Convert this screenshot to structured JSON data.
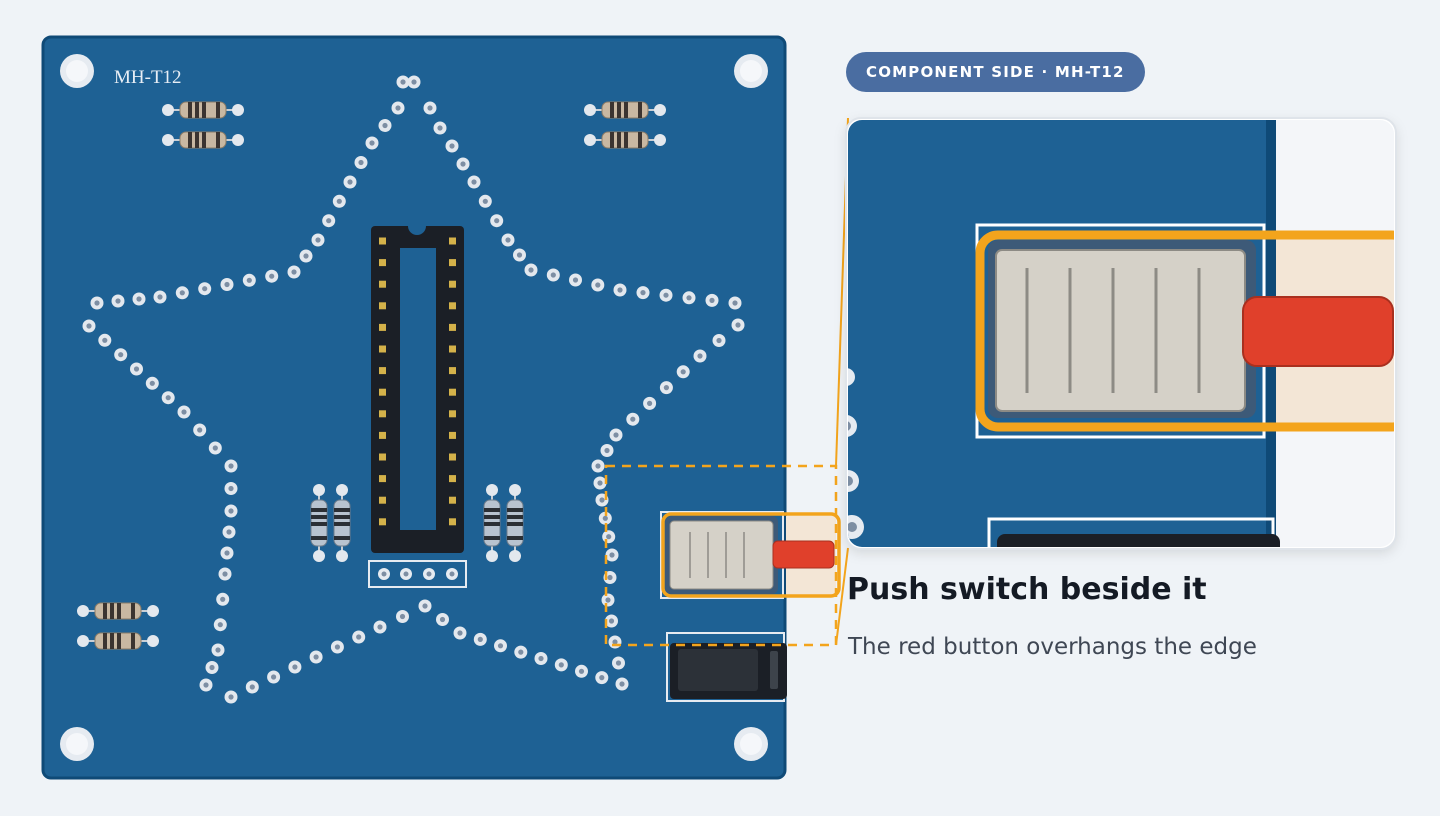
{
  "board": {
    "label": "MH-T12",
    "colors": {
      "pcb": "#1e6194",
      "pcb_edge": "#0f4a77",
      "pad": "#e3e8ee",
      "ic_body": "#1b1f26",
      "switch_button": "#e0402b",
      "highlight": "#f3a41c"
    }
  },
  "badge": {
    "label": "COMPONENT SIDE · MH-T12"
  },
  "caption": {
    "title": "Push switch beside it",
    "subtitle": "The red button overhangs the edge"
  }
}
